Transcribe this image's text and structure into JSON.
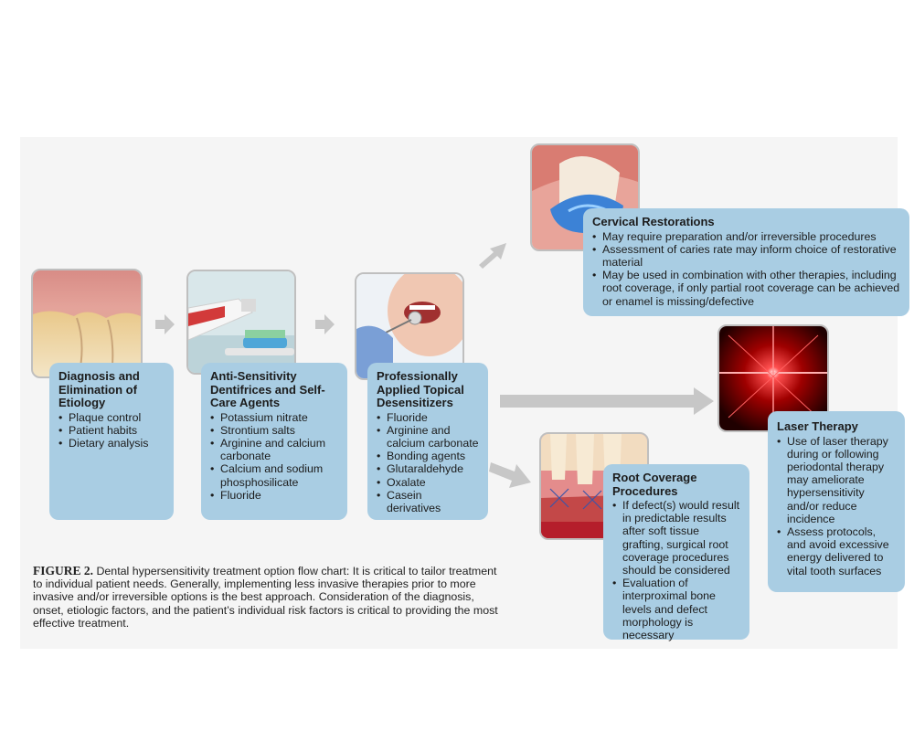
{
  "steps": [
    {
      "title": "Diagnosis and Elimination of Etiology",
      "items": [
        "Plaque control",
        "Patient habits",
        "Dietary analysis"
      ]
    },
    {
      "title": "Anti-Sensitivity Dentifrices and Self-Care Agents",
      "items": [
        "Potassium nitrate",
        "Strontium salts",
        "Arginine and calcium carbonate",
        "Calcium and sodium phosphosilicate",
        "Fluoride"
      ]
    },
    {
      "title": "Professionally Applied Topical Desensitizers",
      "items": [
        "Fluoride",
        "Arginine and calcium carbonate",
        "Bonding agents",
        "Glutaraldehyde",
        "Oxalate",
        "Casein derivatives"
      ]
    }
  ],
  "options": {
    "cervical": {
      "title": "Cervical Restorations",
      "items": [
        "May require preparation and/or irreversible procedures",
        "Assessment of caries rate may inform choice of restorative material",
        "May be used in combination with other therapies, including root coverage, if only partial root coverage can be achieved or enamel is missing/defective"
      ]
    },
    "laser": {
      "title": "Laser Therapy",
      "items": [
        "Use of laser therapy during or following periodontal therapy may ameliorate hypersensitivity and/or reduce incidence",
        "Assess protocols, and avoid excessive energy delivered to vital tooth surfaces"
      ]
    },
    "root": {
      "title": "Root Coverage Procedures",
      "items": [
        "If defect(s) would result in predictable results after soft tissue grafting, surgical root coverage procedures should be considered",
        "Evaluation of interproximal bone levels and defect morphology is necessary"
      ]
    }
  },
  "caption": {
    "label": "FIGURE 2.",
    "text": "Dental hypersensitivity treatment option flow chart: It is critical to tailor treatment to individual patient needs. Generally, implementing less invasive therapies prior to more invasive and/or irreversible options is the best approach. Consideration of the diagnosis, onset, etiologic factors, and the patient’s individual risk factors is critical to providing the most effective treatment."
  }
}
